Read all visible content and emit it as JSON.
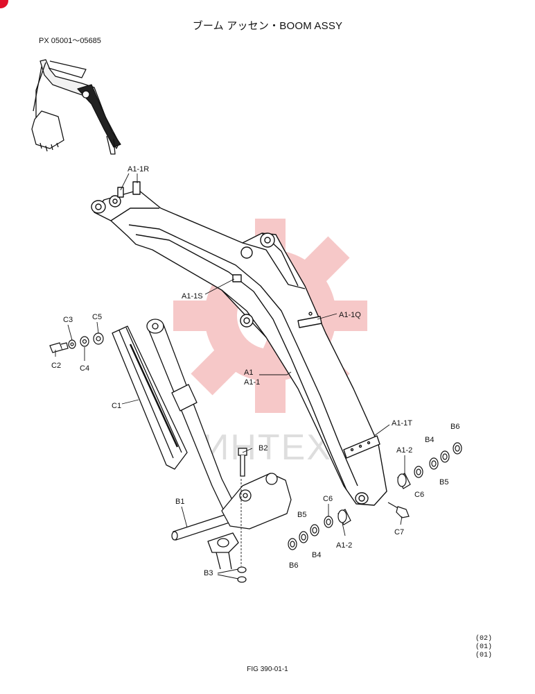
{
  "title": "ブーム アッセン・BOOM ASSY",
  "serial_range": "PX 05001～05685",
  "fig_number": "FIG 390-01-1",
  "revisions": [
    "(02)",
    "(01)",
    "(01)"
  ],
  "watermark_text": "ИНТЕХ",
  "colors": {
    "watermark": "#f4b6b6",
    "accent": "#e0102a",
    "line": "#111111"
  },
  "callouts": {
    "a11r": "A1-1R",
    "a11s": "A1-1S",
    "a11q": "A1-1Q",
    "a1": "A1",
    "a11": "A1-1",
    "a11t": "A1-1T",
    "a12_right": "A1-2",
    "a12_bottom": "A1-2",
    "b1": "B1",
    "b2": "B2",
    "b3": "B3",
    "b4_right": "B4",
    "b5_right": "B5",
    "b6_right": "B6",
    "b4_bottom": "B4",
    "b5_bottom": "B5",
    "b6_bottom": "B6",
    "c1": "C1",
    "c2": "C2",
    "c3": "C3",
    "c4": "C4",
    "c5": "C5",
    "c6_right": "C6",
    "c6_bottom": "C6",
    "c7": "C7"
  }
}
